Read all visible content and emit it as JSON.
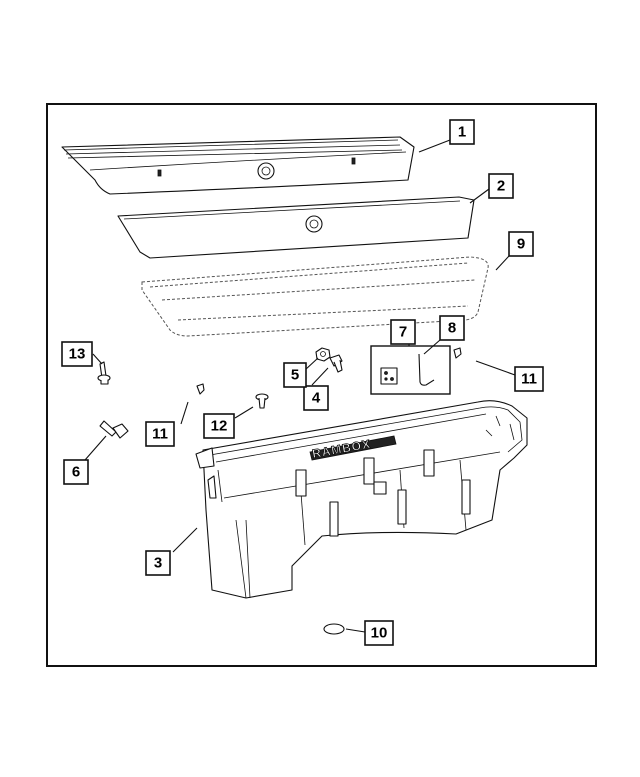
{
  "callouts": [
    {
      "id": "1",
      "label": "1"
    },
    {
      "id": "2",
      "label": "2"
    },
    {
      "id": "3",
      "label": "3"
    },
    {
      "id": "4",
      "label": "4"
    },
    {
      "id": "5",
      "label": "5"
    },
    {
      "id": "6",
      "label": "6"
    },
    {
      "id": "7",
      "label": "7"
    },
    {
      "id": "8",
      "label": "8"
    },
    {
      "id": "9",
      "label": "9"
    },
    {
      "id": "10",
      "label": "10"
    },
    {
      "id": "11a",
      "label": "11"
    },
    {
      "id": "11b",
      "label": "11"
    },
    {
      "id": "12",
      "label": "12"
    },
    {
      "id": "13",
      "label": "13"
    }
  ],
  "bin_logo": "RAMBOX"
}
